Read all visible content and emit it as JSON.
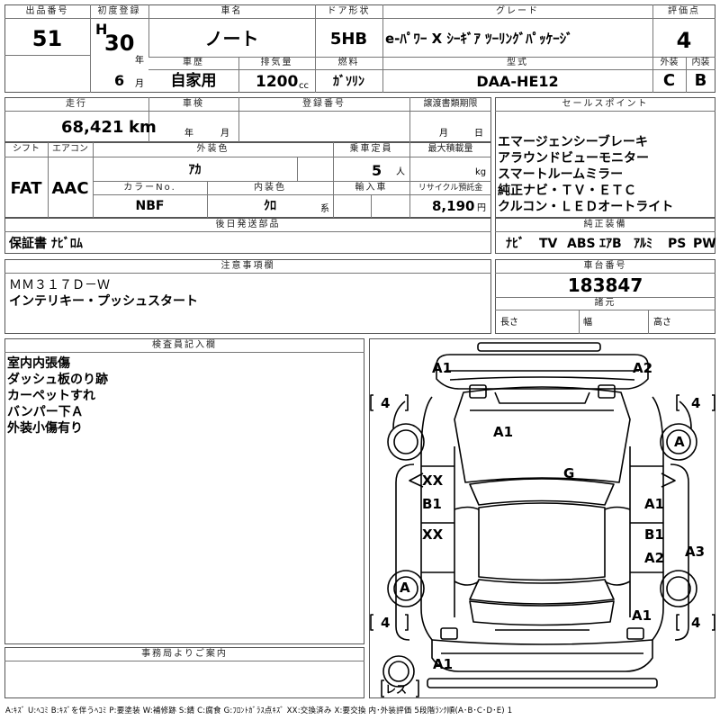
{
  "header": {
    "lot_label": "出品番号",
    "lot": "51",
    "first_reg_label": "初度登録",
    "era": "H",
    "year": "30",
    "year_unit": "年",
    "month": "6",
    "month_unit": "月",
    "car_name_label": "車名",
    "car_name": "ノート",
    "door_label": "ドア形状",
    "door": "5HB",
    "grade_label": "グレード",
    "grade": "e-ﾊﾟﾜｰ X ｼｰｷﾞｱ ﾂｰﾘﾝｸﾞﾊﾟｯｹｰｼﾞ",
    "score_label": "評価点",
    "score": "4",
    "history_label": "車歴",
    "history": "自家用",
    "displacement_label": "排気量",
    "displacement": "1200",
    "displacement_unit": "cc",
    "fuel_label": "燃料",
    "fuel": "ｶﾞｿﾘﾝ",
    "model_label": "型式",
    "model": "DAA-HE12",
    "ext_grade_label": "外装",
    "ext_grade": "C",
    "int_grade_label": "内装",
    "int_grade": "B"
  },
  "row2": {
    "mileage_label": "走行",
    "mileage": "68,421",
    "mileage_unit": "km",
    "inspection_label": "車検",
    "insp_year_unit": "年",
    "insp_month_unit": "月",
    "reg_no_label": "登録番号",
    "transfer_label": "譲渡書類期限",
    "transfer_month_unit": "月",
    "transfer_day_unit": "日"
  },
  "row3": {
    "shift_label": "シフト",
    "shift": "FAT",
    "ac_label": "エアコン",
    "ac": "AAC",
    "ext_color_label": "外装色",
    "ext_color": "ｱｶ",
    "capacity_label": "乗車定員",
    "capacity": "5",
    "capacity_unit": "人",
    "payload_label": "最大積載量",
    "payload_unit": "kg",
    "color_no_label": "カラーNo.",
    "color_no": "NBF",
    "int_color_label": "内装色",
    "int_color": "ｸﾛ",
    "int_color_unit": "系",
    "import_label": "輸入車",
    "recycle_label": "リサイクル預託金",
    "recycle": "8,190",
    "recycle_unit": "円"
  },
  "sales_points": {
    "label": "セールスポイント",
    "items": [
      "エマージェンシーブレーキ",
      "アラウンドビューモニター",
      "スマートルームミラー",
      "純正ナビ・ＴＶ・ＥＴＣ",
      "クルコン・ＬＥＤオートライト"
    ]
  },
  "later_parts": {
    "label": "後日発送部品",
    "value": "保証書 ﾅﾋﾞﾛﾑ"
  },
  "equipment": {
    "label": "純正装備",
    "items": [
      "ﾅﾋﾞ",
      "TV",
      "ABS",
      "ｴｱB",
      "ｱﾙﾐ",
      "PS",
      "PW"
    ]
  },
  "caution": {
    "label": "注意事項欄",
    "lines": [
      "ＭＭ３１７Ｄ－Ｗ",
      "インテリキー・プッシュスタート"
    ]
  },
  "chassis": {
    "label": "車台番号",
    "value": "183847"
  },
  "specs": {
    "label": "諸元",
    "length_label": "長さ",
    "width_label": "幅",
    "height_label": "高さ"
  },
  "inspector": {
    "label": "検査員記入欄",
    "lines": [
      "室内内張傷",
      "ダッシュ板のり跡",
      "カーペットすれ",
      "バンパー下Ａ",
      "外装小傷有り"
    ]
  },
  "office": {
    "label": "事務局よりご案内"
  },
  "diagram": {
    "tread_fl": "4",
    "tread_fr": "4",
    "tread_rl": "4",
    "tread_rr": "4",
    "lbl_front_bumper_l": "A1",
    "lbl_front_bumper_r": "A2",
    "lbl_hood": "A1",
    "lbl_front_fender_r": "A",
    "lbl_roof": "G",
    "lbl_front_door_l_a": "XX",
    "lbl_front_door_l_b": "B1",
    "lbl_front_door_r": "A1",
    "lbl_rear_door_l": "XX",
    "lbl_rear_door_r_a": "B1",
    "lbl_rear_door_r_b": "A2",
    "lbl_rear_fender_r": "A3",
    "lbl_rear_fender_l": "A",
    "lbl_rear_quarter_r": "A1",
    "lbl_rear_bumper": "A1",
    "spare": "レス"
  },
  "footer": {
    "legend": "A:ｷｽﾞ  U:ﾍｺﾐ  B:ｷｽﾞを伴うﾍｺﾐ  P:要塗装  W:補修跡  S:錆  C:腐食  G:ﾌﾛﾝﾄｶﾞﾗｽ点ｷｽﾞ  XX:交換済み  X:要交換   内･外装評価  5段階ﾗﾝｸ順(A･B･C･D･E)  1"
  }
}
